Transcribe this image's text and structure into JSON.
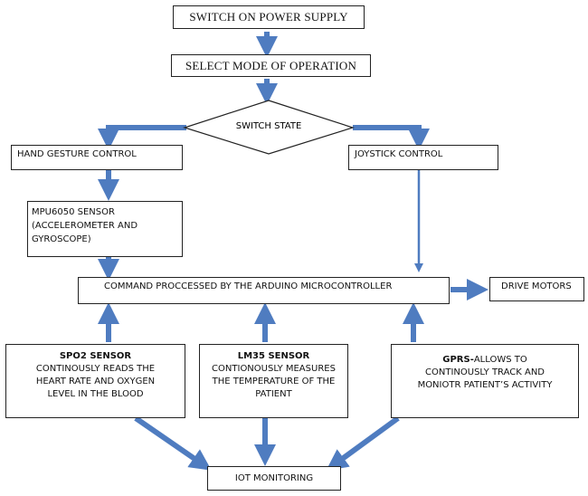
{
  "steps": {
    "power": "SWITCH ON POWER SUPPLY",
    "mode": "SELECT MODE OF OPERATION",
    "switch_state": "SWITCH STATE",
    "hand_gesture": "HAND GESTURE CONTROL",
    "joystick": "JOYSTICK CONTROL",
    "mpu_line1": "MPU6050 SENSOR",
    "mpu_line2": "(ACCELEROMETER AND",
    "mpu_line3": "GYROSCOPE)",
    "command": "COMMAND PROCCESSED  BY THE ARDUINO MICROCONTROLLER",
    "drive": "DRIVE MOTORS",
    "iot": "IOT MONITORING"
  },
  "sensors": {
    "spo2": {
      "title": "SPO2 SENSOR",
      "line1": "CONTINOUSLY READS THE",
      "line2": "HEART RATE AND OXYGEN",
      "line3": "LEVEL IN THE BLOOD"
    },
    "lm35": {
      "title": "LM35 SENSOR",
      "line1": "CONTIONOUSLY MEASURES",
      "line2": "THE TEMPERATURE OF THE",
      "line3": "PATIENT"
    },
    "gprs": {
      "title": "GPRS-",
      "title_rest": "ALLOWS TO",
      "line1": "CONTINOUSLY  TRACK AND",
      "line2": "MONIOTR PATIENT’S ACTIVITY"
    }
  },
  "colors": {
    "arrow": "#4f7cc0",
    "arrow_outline": "#2e5a9a",
    "border": "#222222"
  }
}
